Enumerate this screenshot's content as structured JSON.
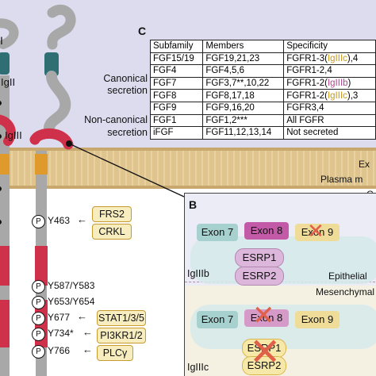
{
  "panel_c": {
    "letter": "C",
    "header": {
      "subfamily": "Subfamily",
      "members": "Members",
      "specificity": "Specificity"
    },
    "group_labels": {
      "canonical": "Canonical",
      "canonical2": "secretion",
      "noncanonical": "Non-canonical",
      "noncanonical2": "secretion"
    },
    "rows": [
      {
        "subfamily": "FGF15/19",
        "members": "FGF19,21,23",
        "spec_a": "FGFR1-3(",
        "spec_hi": "IgIIIc",
        "spec_b": "),4"
      },
      {
        "subfamily": "FGF4",
        "members": "FGF4,5,6",
        "spec_a": "FGFR1-2,4",
        "spec_hi": "",
        "spec_b": ""
      },
      {
        "subfamily": "FGF7",
        "members": "FGF3,7**,10,22",
        "spec_a": "FGFR1-2(",
        "spec_hi": "IgIIIb",
        "spec_b": ")"
      },
      {
        "subfamily": "FGF8",
        "members": "FGF8,17,18",
        "spec_a": "FGFR1-2(",
        "spec_hi": "IgIIIc",
        "spec_b": "),3"
      },
      {
        "subfamily": "FGF9",
        "members": "FGF9,16,20",
        "spec_a": "FGFR3,4",
        "spec_hi": "",
        "spec_b": ""
      },
      {
        "subfamily": "FGF1",
        "members": "FGF1,2***",
        "spec_a": "All FGFR",
        "spec_hi": "",
        "spec_b": ""
      },
      {
        "subfamily": "iFGF",
        "members": "FGF11,12,13,14",
        "spec_a": "Not secreted",
        "spec_hi": "",
        "spec_b": ""
      }
    ]
  },
  "receptor_labels": {
    "ig1": "I",
    "ig2": "IgII",
    "ig3": "IgIII"
  },
  "membrane_labels": {
    "extra": "Ex",
    "plasma": "Plasma m",
    "cyto": "C"
  },
  "phospho": {
    "p": "P",
    "sites": [
      "Y463",
      "Y587/Y583",
      "Y653/Y654",
      "Y677",
      "Y734*",
      "Y766"
    ],
    "arrow": "←",
    "adaptors": [
      "FRS2",
      "CRKL",
      "STAT1/3/5",
      "PI3KR1/2",
      "PLCγ"
    ]
  },
  "panel_b": {
    "letter": "B",
    "exons": [
      "Exon 7",
      "Exon 8",
      "Exon 9"
    ],
    "esrp": [
      "ESRP1",
      "ESRP2"
    ],
    "isoforms": [
      "IgIIIb",
      "IgIIIc"
    ],
    "cell_types": [
      "Epithelial",
      "Mesenchymal"
    ]
  },
  "colors": {
    "receptor_gray": "#a8a8a8",
    "ig_teal": "#2f6f73",
    "kinase_red": "#d0314a",
    "membrane": "#dfc48e",
    "magenta": "#b5448f",
    "gold": "#c89a1c"
  }
}
